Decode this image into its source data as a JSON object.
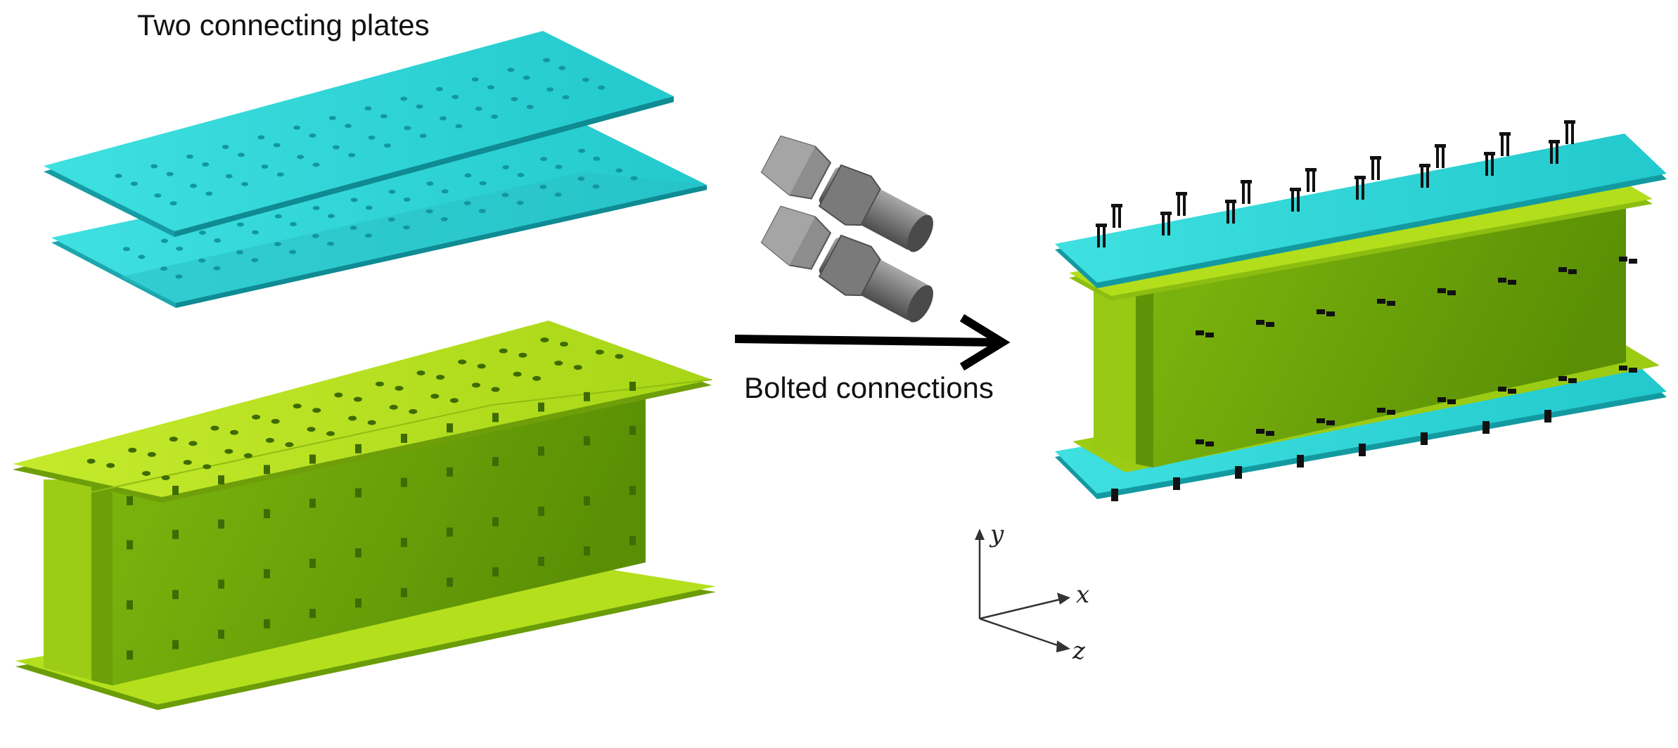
{
  "labels": {
    "plates": "Two connecting plates",
    "bolts": "Bolted connections"
  },
  "axes": {
    "y": "y",
    "x": "x",
    "z": "z"
  },
  "colors": {
    "plate": "#25d3d3",
    "plate_dark": "#139fa6",
    "beam_top": "#b6e21b",
    "beam_web": "#7fb80e",
    "beam_shadow": "#5f9307",
    "bolt": "#7c7c7c",
    "fastener": "#111111",
    "arrow": "#000000"
  }
}
